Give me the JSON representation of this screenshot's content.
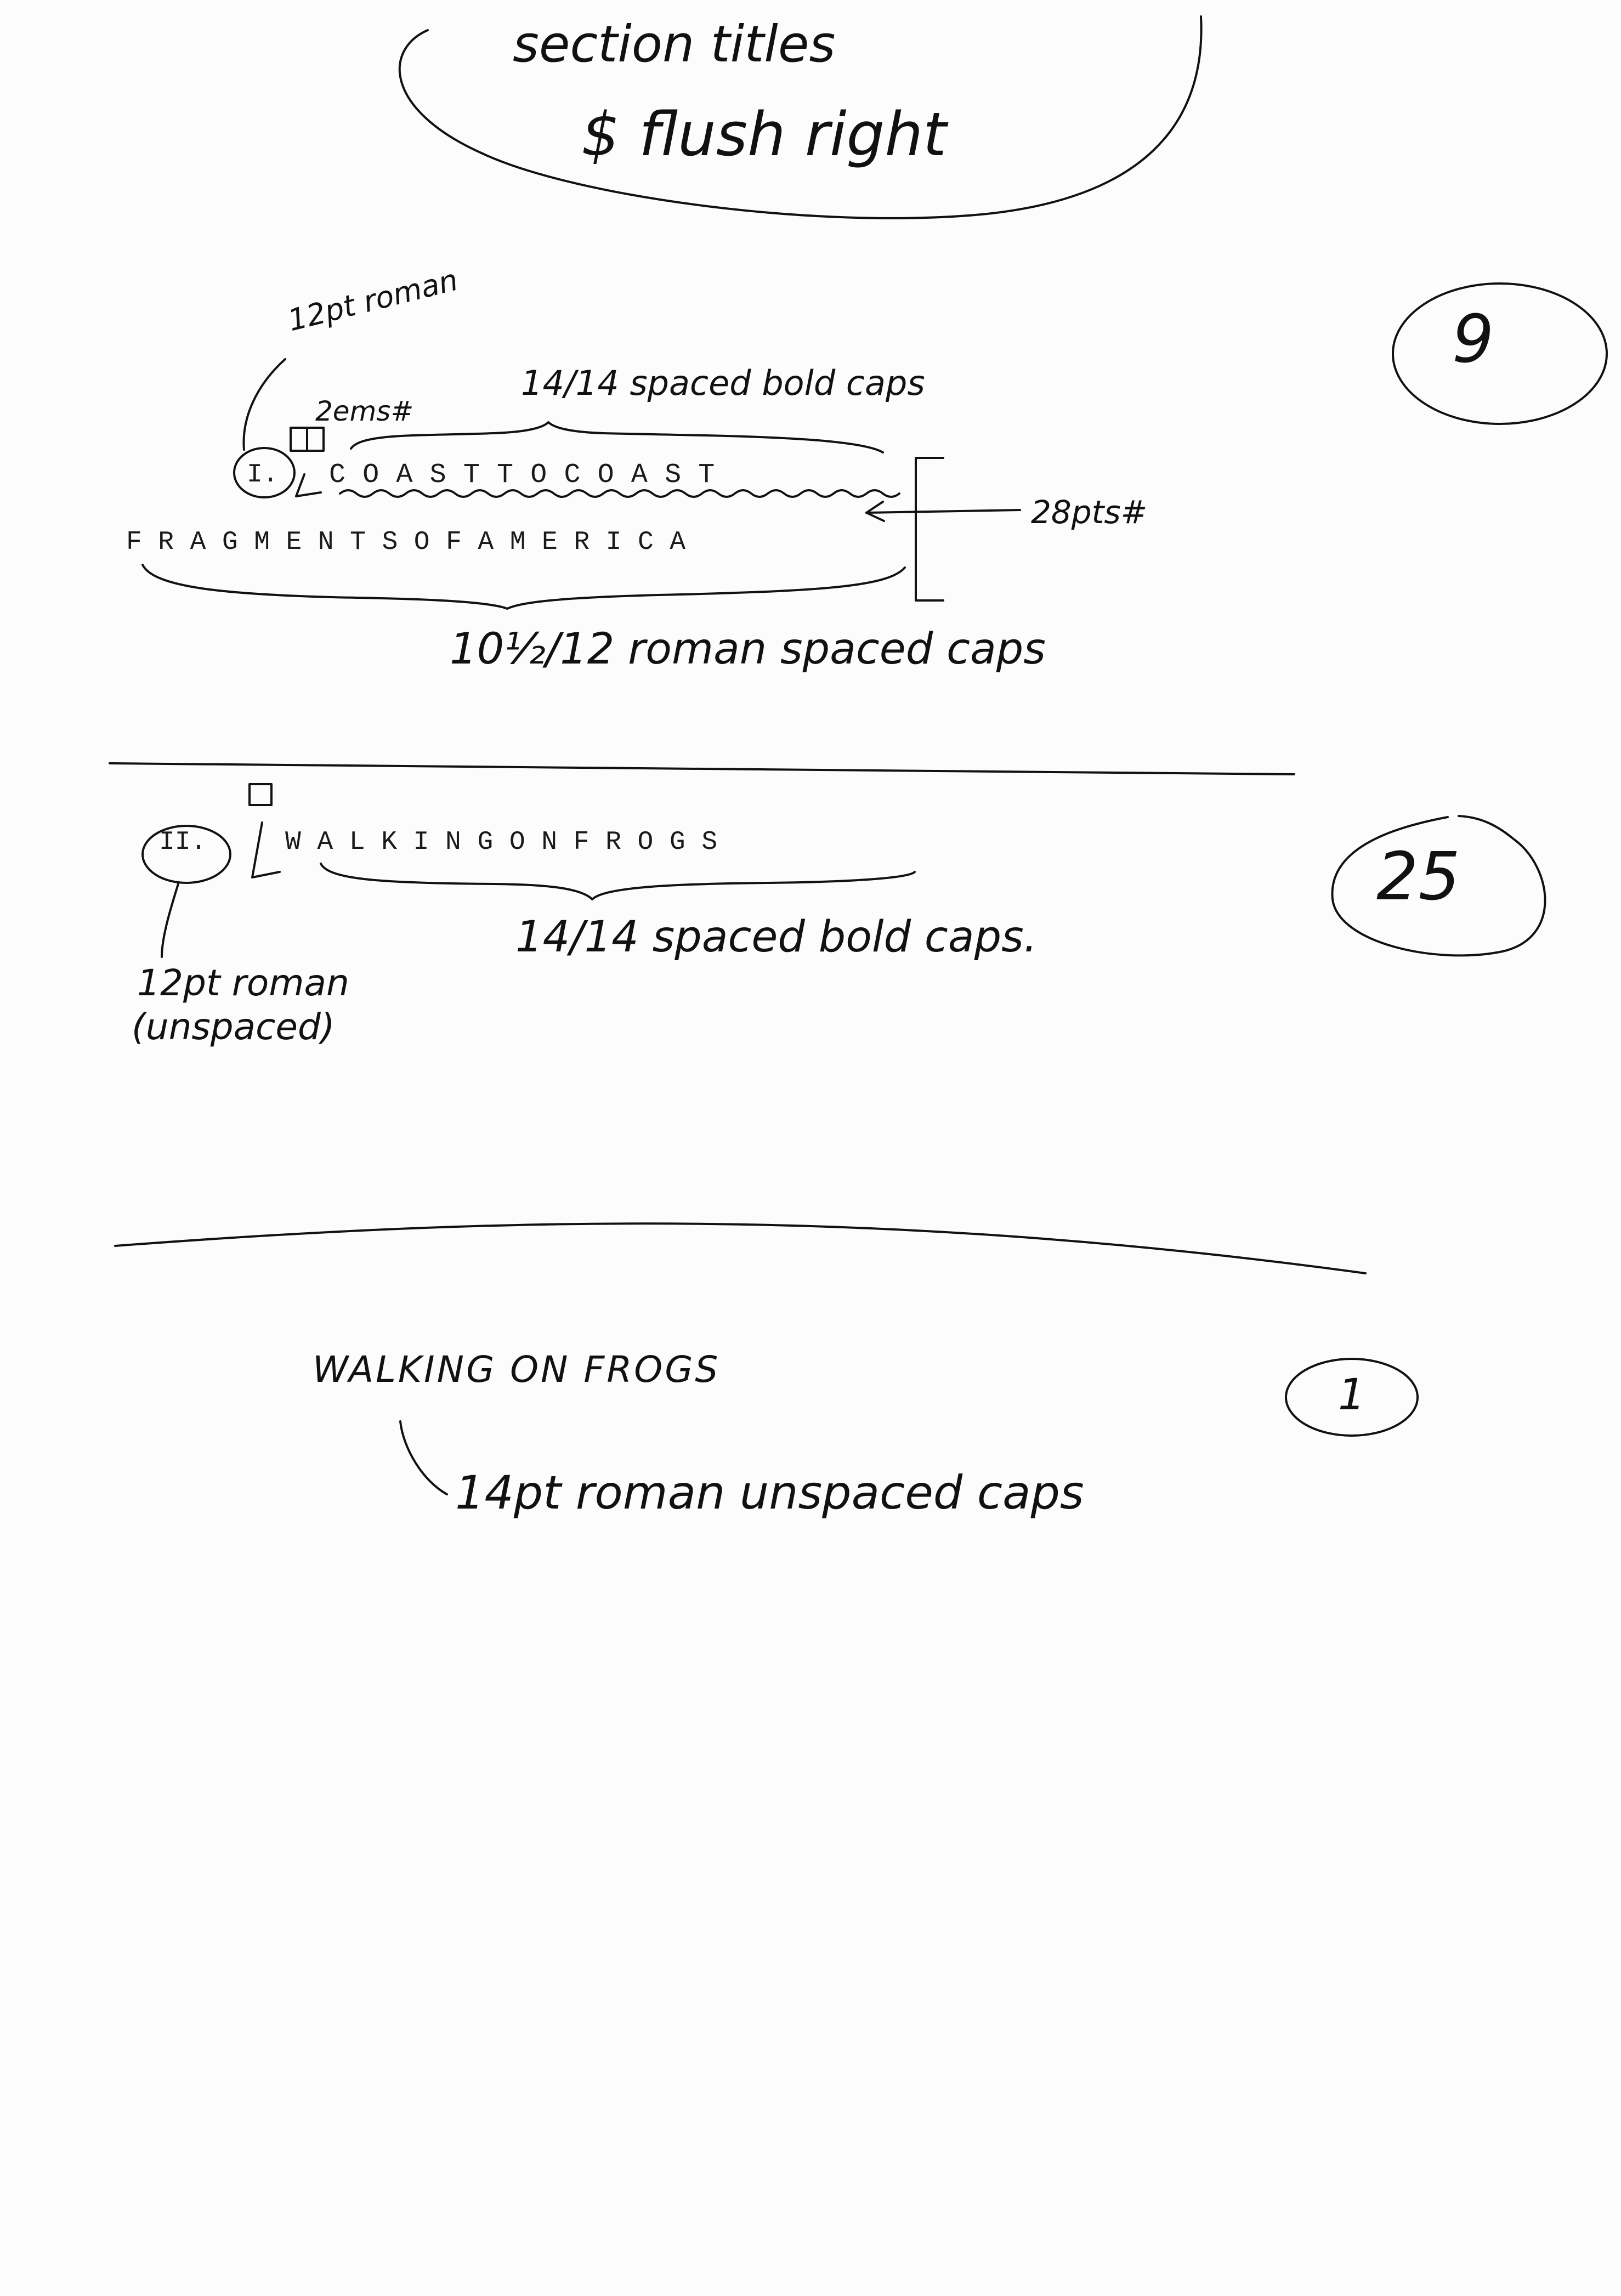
{
  "header_note": {
    "line1": "section titles",
    "line2": "$ flush right"
  },
  "section_1": {
    "numeral": "I.",
    "title_line": "C O A S T   T O   C O A S T",
    "subtitle_line": "F R A G M E N T S   O F   A M E R I C A",
    "note_numeral_font": "12pt roman",
    "note_indent": "2ems#",
    "note_title_font": "14/14 spaced bold caps",
    "note_line_space": "28pts#",
    "note_subtitle_font": "10½/12 roman spaced caps",
    "page_ref": "9"
  },
  "section_2": {
    "numeral": "II.",
    "title_line": "W A L K I N G   O N   F R O G S",
    "note_title_font": "14/14 spaced bold caps.",
    "note_numeral_font_1": "12pt roman",
    "note_numeral_font_2": "(unspaced)",
    "page_ref": "25"
  },
  "section_3": {
    "title_handwritten": "WALKING ON FROGS",
    "note_font": "14pt roman unspaced caps",
    "page_ref": "1"
  }
}
